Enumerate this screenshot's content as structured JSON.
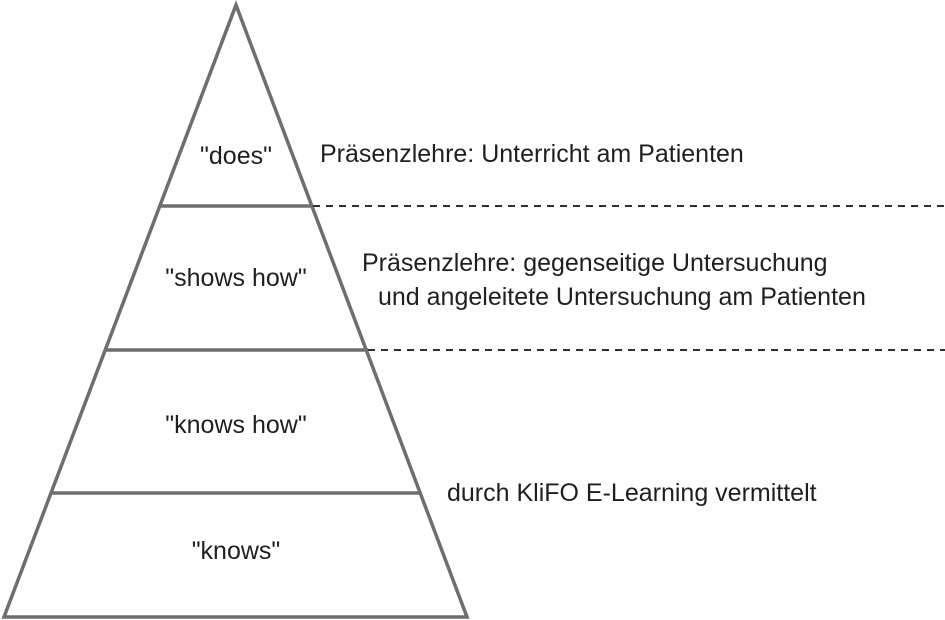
{
  "pyramid": {
    "levels": [
      {
        "label": "\"does\""
      },
      {
        "label": "\"shows how\""
      },
      {
        "label": "\"knows how\""
      },
      {
        "label": "\"knows\""
      }
    ]
  },
  "annotations": {
    "does": "Präsenzlehre: Unterricht am Patienten",
    "shows_how_line1": "Präsenzlehre: gegenseitige Untersuchung",
    "shows_how_line2": "und angeleitete Untersuchung am Patienten",
    "knows": "durch KliFO E-Learning vermittelt"
  },
  "colors": {
    "outline": "#6e6e6e",
    "dashed": "#2f2f2f",
    "text": "#1f1f1f"
  }
}
